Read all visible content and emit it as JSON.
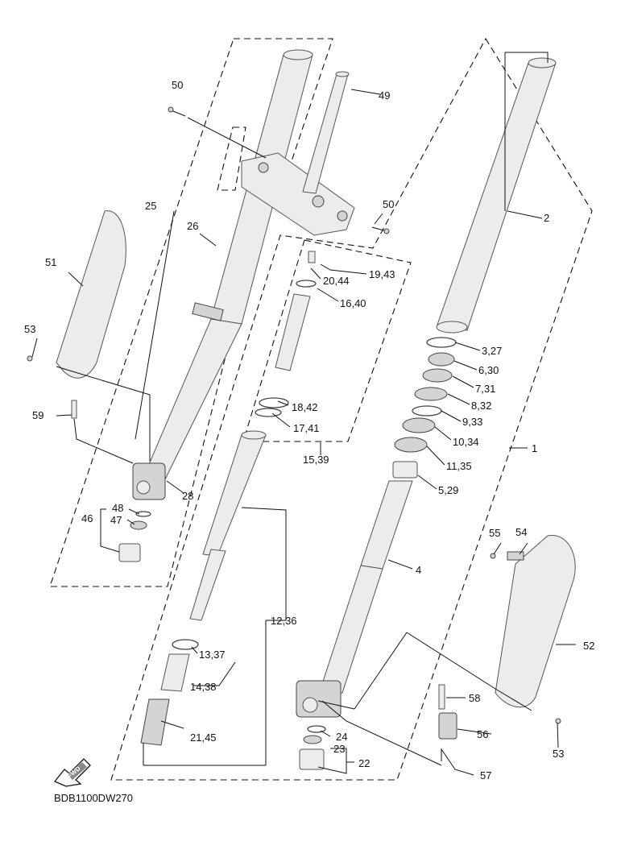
{
  "labels": {
    "p1": "1",
    "p2": "2",
    "p3": "3,27",
    "p4": "4",
    "p5": "5,29",
    "p6": "6,30",
    "p7": "7,31",
    "p8": "8,32",
    "p9": "9,33",
    "p10": "10,34",
    "p11": "11,35",
    "p12": "12,36",
    "p13": "13,37",
    "p14": "14,38",
    "p15": "15,39",
    "p16": "16,40",
    "p17": "17,41",
    "p18": "18,42",
    "p19": "19,43",
    "p20": "20,44",
    "p21": "21,45",
    "p22": "22",
    "p23": "23",
    "p24": "24",
    "p25": "25",
    "p26": "26",
    "p28": "28",
    "p46": "46",
    "p47": "47",
    "p48": "48",
    "p49": "49",
    "p50a": "50",
    "p50b": "50",
    "p51": "51",
    "p52": "52",
    "p53a": "53",
    "p53b": "53",
    "p54": "54",
    "p55": "55",
    "p56": "56",
    "p57": "57",
    "p58": "58",
    "p59": "59"
  },
  "diagram_code": "BDB1100DW270",
  "fwd_badge": "FWD"
}
